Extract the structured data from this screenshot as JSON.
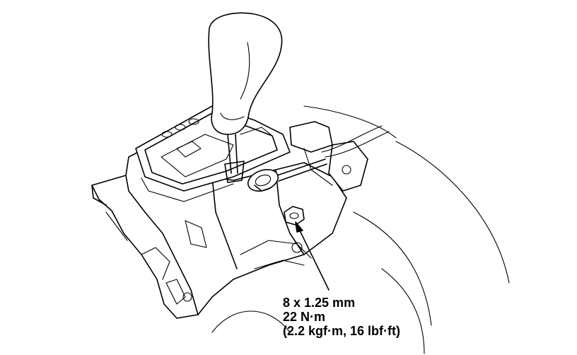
{
  "callout": {
    "spec_line_1": "8 x 1.25 mm",
    "spec_line_2": "22 N·m",
    "spec_line_3": "(2.2 kgf·m, 16 lbf·ft)"
  },
  "colors": {
    "ink": "#000000",
    "background": "#ffffff"
  }
}
